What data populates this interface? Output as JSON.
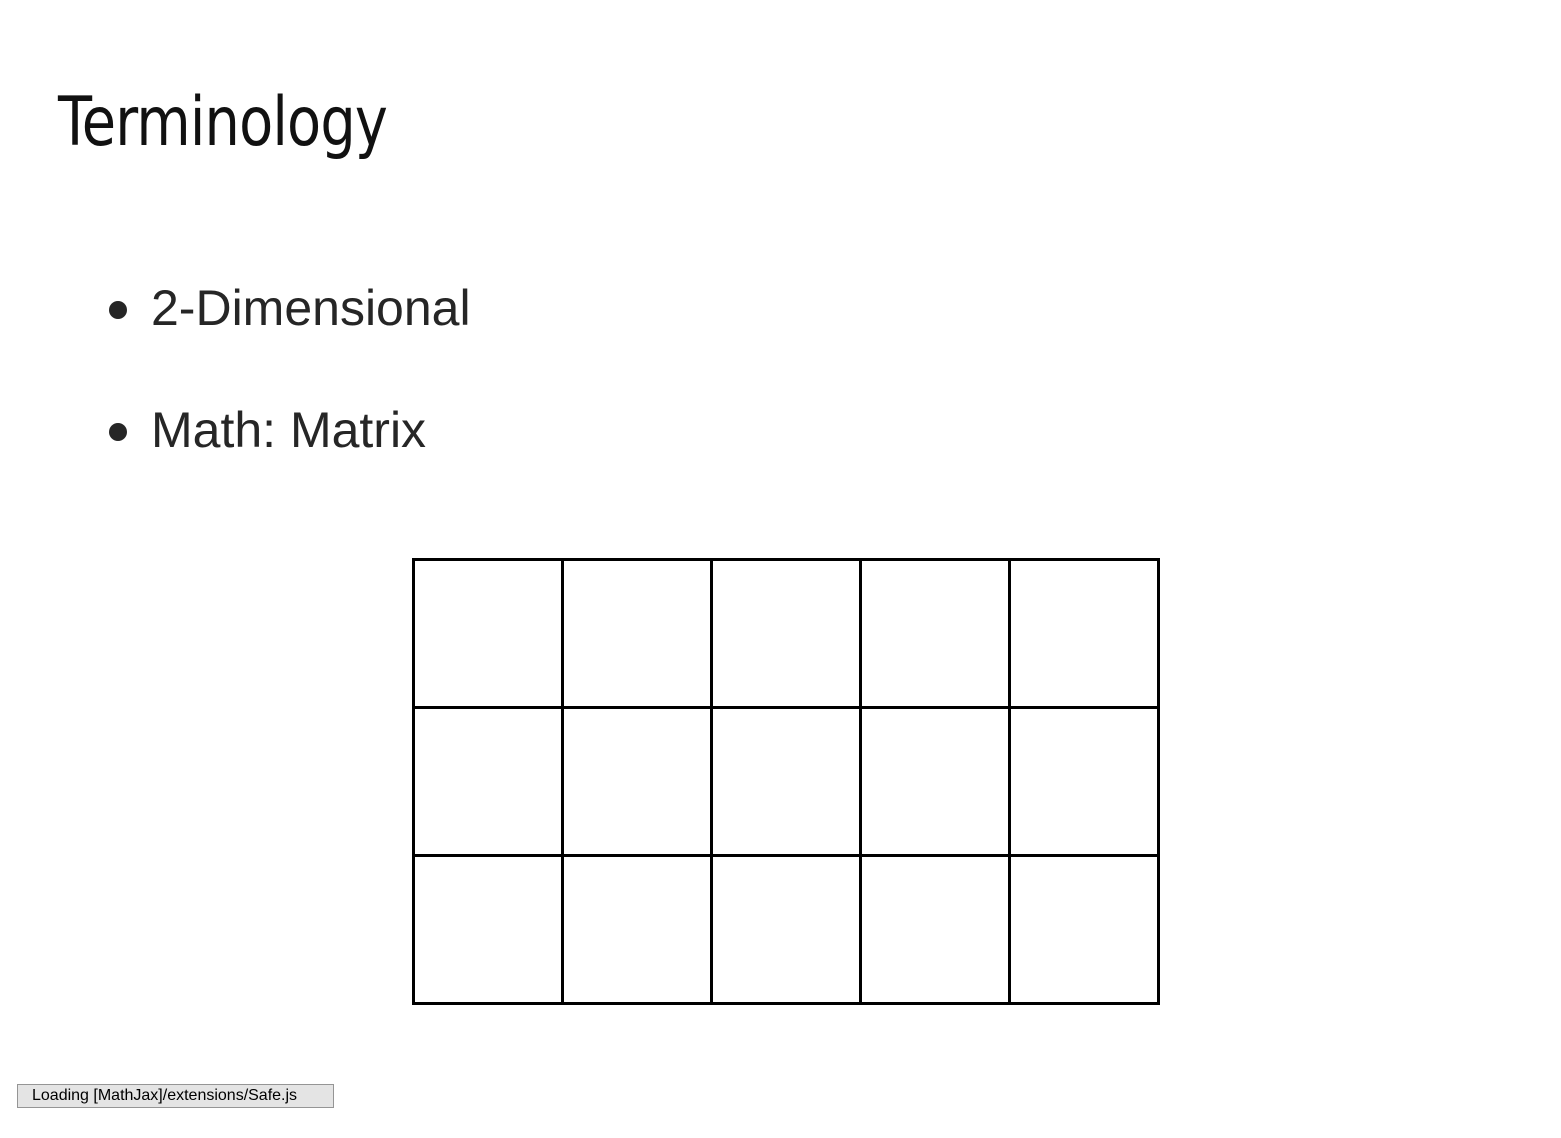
{
  "slide": {
    "title": "Terminology",
    "bullets": [
      {
        "text": "2-Dimensional"
      },
      {
        "text": "Math: Matrix"
      }
    ]
  },
  "matrix": {
    "rows": 3,
    "columns": 5
  },
  "status": {
    "message": "Loading [MathJax]/extensions/Safe.js"
  }
}
